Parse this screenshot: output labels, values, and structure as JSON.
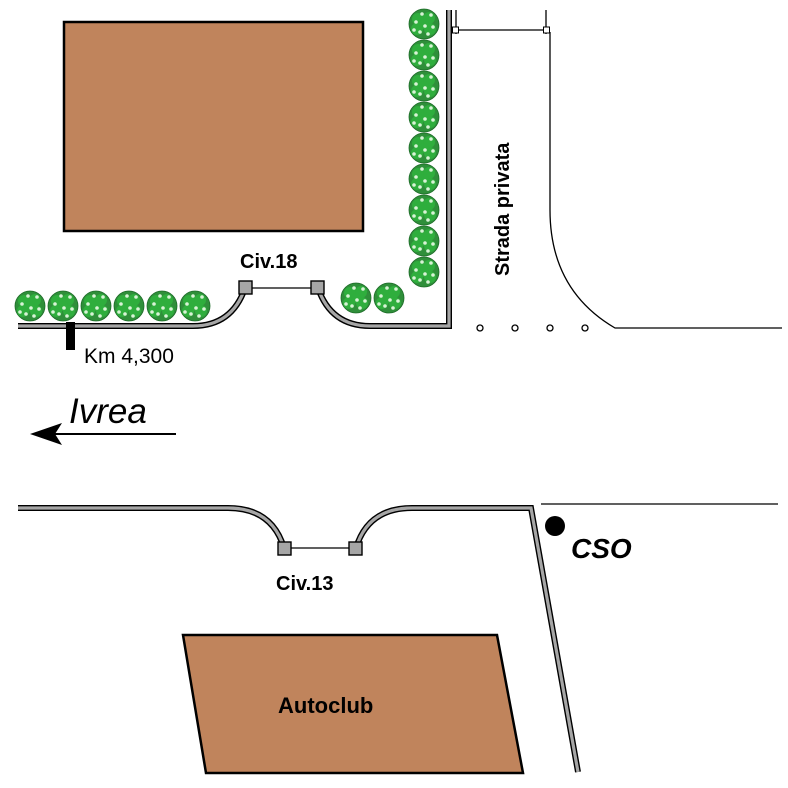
{
  "labels": {
    "civ18": "Civ.18",
    "km": "Km 4,300",
    "strada": "Strada privata",
    "direction": "Ivrea",
    "civ13": "Civ.13",
    "cso": "CSO",
    "autoclub": "Autoclub"
  },
  "colors": {
    "building": "#c0845c",
    "wall": "#a6a6a6",
    "hedge": "#2f8f3a",
    "background": "#ffffff"
  },
  "icons": [
    "hedge-bush-icon",
    "direction-arrow-icon",
    "cso-marker-icon",
    "km-marker-icon",
    "gate-post-icon"
  ]
}
